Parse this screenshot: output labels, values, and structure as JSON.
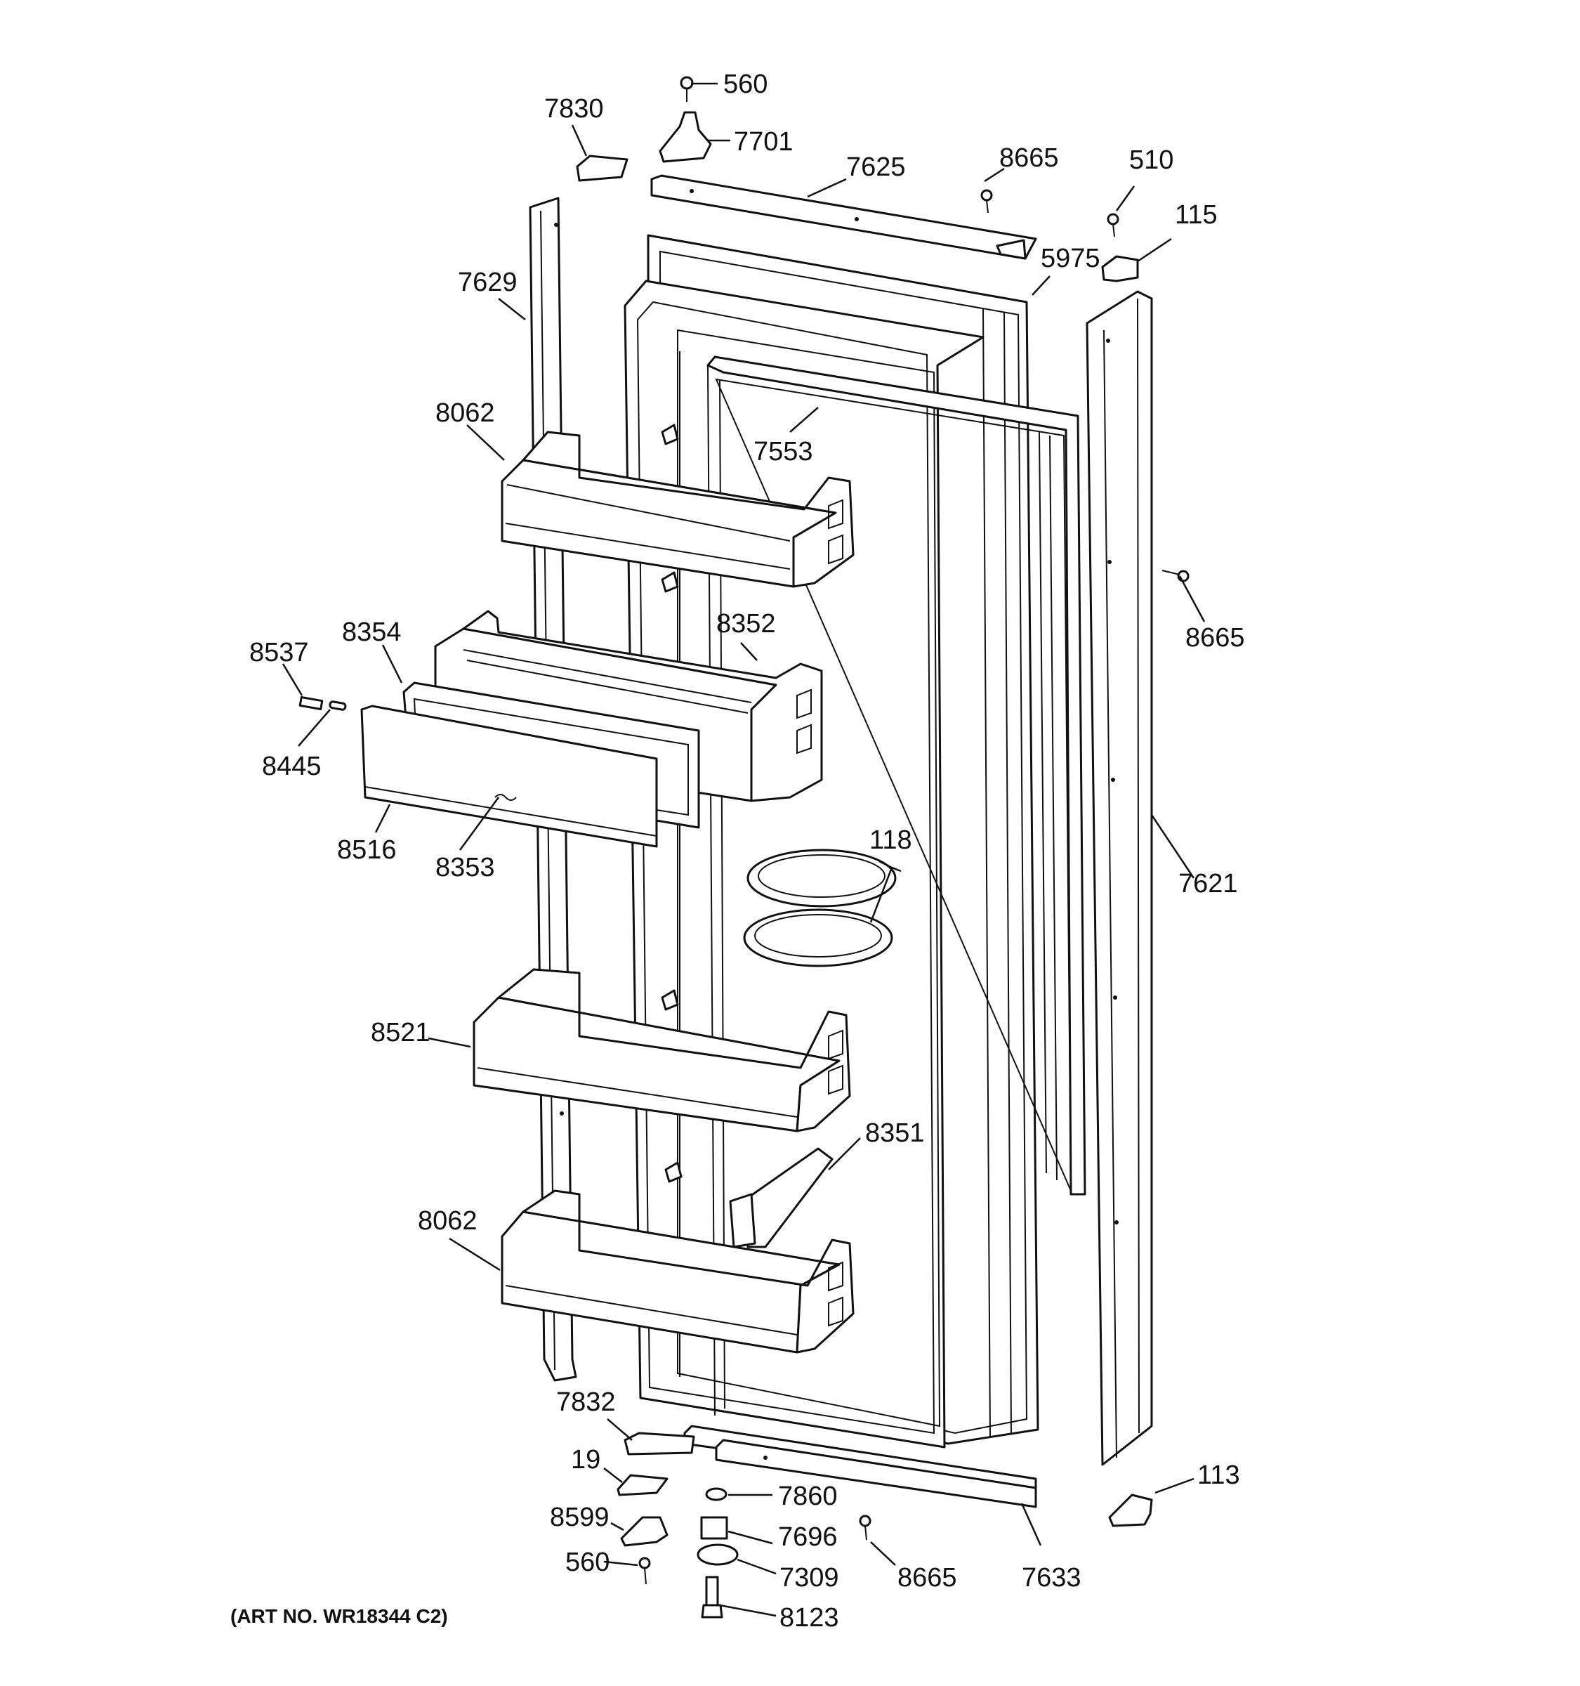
{
  "art_number": "(ART NO. WR18344 C2)",
  "labels": {
    "l560_top": "560",
    "l7830": "7830",
    "l7701": "7701",
    "l7625": "7625",
    "l8665_top": "8665",
    "l510": "510",
    "l115": "115",
    "l5975": "5975",
    "l7629": "7629",
    "l8062_top": "8062",
    "l7553": "7553",
    "l8665_right": "8665",
    "l8537": "8537",
    "l8354": "8354",
    "l8352": "8352",
    "l8445": "8445",
    "l8516": "8516",
    "l8353": "8353",
    "l118": "118",
    "l7621": "7621",
    "l8521": "8521",
    "l8351": "8351",
    "l8062_bottom": "8062",
    "l7832": "7832",
    "l19": "19",
    "l113": "113",
    "l7860": "7860",
    "l8599": "8599",
    "l7696": "7696",
    "l8665_bottom": "8665",
    "l7633": "7633",
    "l560_bottom": "560",
    "l7309": "7309",
    "l8123": "8123"
  }
}
